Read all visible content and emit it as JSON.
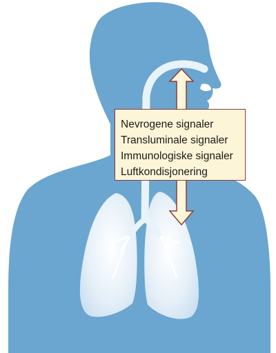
{
  "labels": [
    "Nevrogene signaler",
    "Transluminale signaler",
    "Immunologiske signaler",
    "Luftkondisjonering"
  ],
  "colors": {
    "silhouette": "#6aa6cf",
    "airway": "#e9f3fa",
    "lung": "#dbeaf5",
    "arrow_fill": "#fdf5d8",
    "arrow_stroke": "#8b3a3a",
    "box_fill": "#fdf5d8"
  },
  "icons": {
    "figure": "human-upper-body-silhouette",
    "arrow": "double-headed-vertical-arrow"
  }
}
